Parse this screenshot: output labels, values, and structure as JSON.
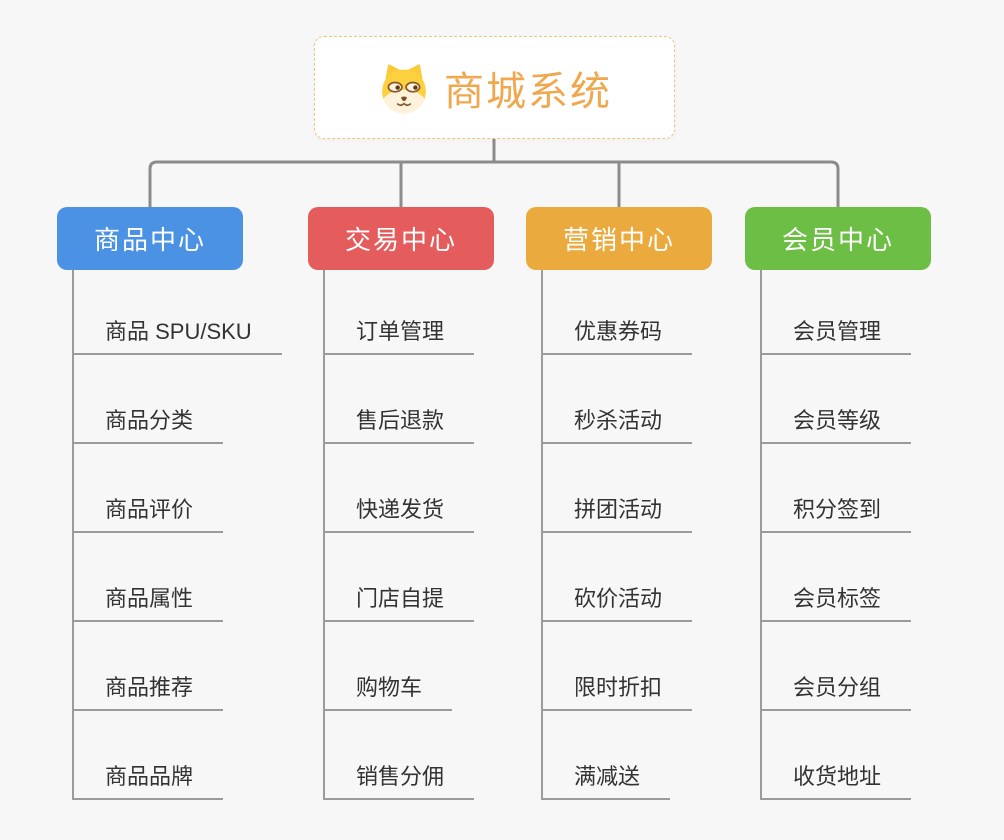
{
  "root": {
    "title": "商城系统",
    "icon": "dog-face-icon",
    "accent_color": "#f0a84e",
    "border_color": "#f2c27e"
  },
  "connector_color": "#8c8c8c",
  "background_color": "#f7f7f8",
  "child_text_color": "#333333",
  "branches": [
    {
      "label": "商品中心",
      "color": "#4b92e5",
      "children": [
        "商品 SPU/SKU",
        "商品分类",
        "商品评价",
        "商品属性",
        "商品推荐",
        "商品品牌"
      ]
    },
    {
      "label": "交易中心",
      "color": "#e45c5c",
      "children": [
        "订单管理",
        "售后退款",
        "快递发货",
        "门店自提",
        "购物车",
        "销售分佣"
      ]
    },
    {
      "label": "营销中心",
      "color": "#ebaa3d",
      "children": [
        "优惠券码",
        "秒杀活动",
        "拼团活动",
        "砍价活动",
        "限时折扣",
        "满减送"
      ]
    },
    {
      "label": "会员中心",
      "color": "#6cbe45",
      "children": [
        "会员管理",
        "会员等级",
        "积分签到",
        "会员标签",
        "会员分组",
        "收货地址"
      ]
    }
  ]
}
